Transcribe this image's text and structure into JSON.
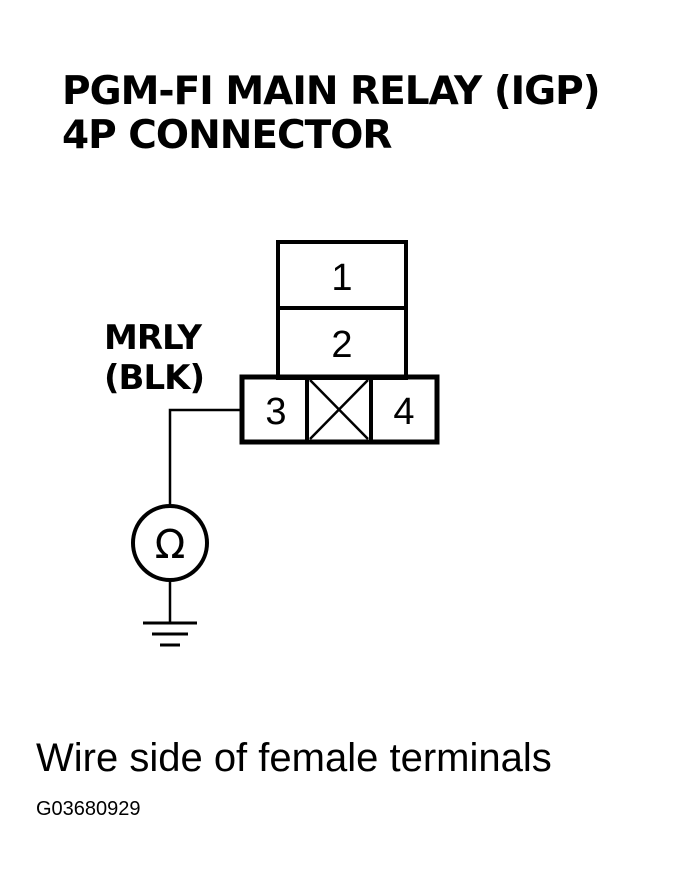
{
  "title": {
    "line1": "PGM-FI MAIN RELAY (IGP)",
    "line2": "4P CONNECTOR"
  },
  "wire": {
    "name": "MRLY",
    "color": "(BLK)"
  },
  "connector": {
    "terminals": [
      {
        "id": "1",
        "label": "1"
      },
      {
        "id": "2",
        "label": "2"
      },
      {
        "id": "3",
        "label": "3"
      },
      {
        "id": "4",
        "label": "4"
      }
    ],
    "unused_cavity": "x-mark"
  },
  "meter": {
    "symbol": "Ω",
    "icon": "ohmmeter-icon"
  },
  "ground": {
    "icon": "ground-icon"
  },
  "caption": "Wire side of female terminals",
  "figure_id": "G03680929"
}
